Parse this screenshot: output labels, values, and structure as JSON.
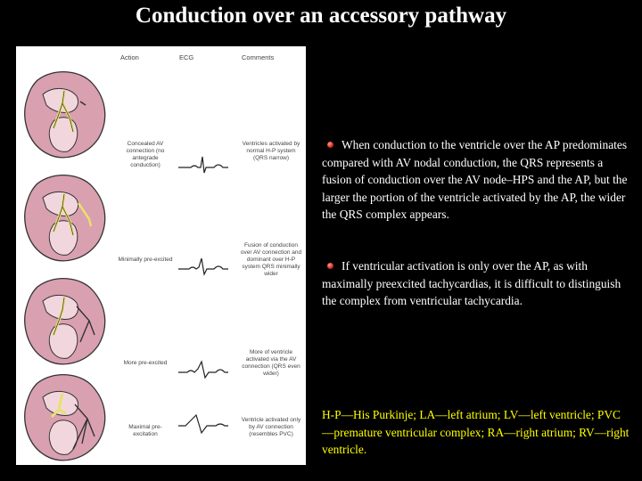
{
  "slide": {
    "title": "Conduction over an accessory pathway"
  },
  "figure": {
    "headers": {
      "action": "Action",
      "ecg": "ECG",
      "comments": "Comments"
    },
    "rows": [
      {
        "action": "Concealed AV connection (no antegrade conduction)",
        "comment": "Ventricles activated by normal H-P system (QRS narrow)"
      },
      {
        "action": "Minimally pre-excited",
        "comment": "Fusion of conduction over AV connection and dominant over H-P system QRS minimally wider"
      },
      {
        "action": "More pre-excited",
        "comment": "More of ventricle activated via the AV connection (QRS even wider)"
      },
      {
        "action": "Maximal pre-excitation",
        "comment": "Ventricle activated only by AV connection (resembles PVC)"
      }
    ]
  },
  "bullets": [
    "When conduction to the ventricle over the AP predominates compared with AV nodal conduction, the QRS represents a fusion of conduction over the AV node–HPS and the AP, but the larger the portion of the ventricle activated by the AP, the wider the QRS complex appears.",
    "If ventricular activation is only over the AP, as with maximally preexcited tachycardias, it is difficult to distinguish the complex from ventricular tachycardia."
  ],
  "footnote": "H-P—His Purkinje; LA—left atrium; LV—left ventricle; PVC—premature ventricular complex; RA—right atrium; RV—right ventricle.",
  "colors": {
    "background": "#000000",
    "text": "#ffffff",
    "footnote": "#ffff00",
    "heart_fill": "#d9a0b0",
    "conduction": "#e8e070"
  }
}
